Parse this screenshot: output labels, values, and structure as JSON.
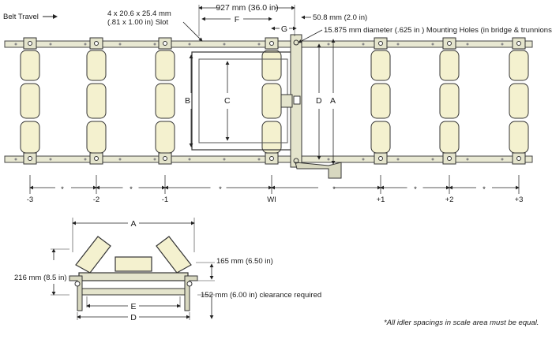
{
  "top": {
    "belt_travel": "Belt Travel",
    "slot_note_line1": "4 x 20.6 x 25.4 mm",
    "slot_note_line2": "(.81 x 1.00 in) Slot",
    "dim_927": "927 mm (36.0 in)",
    "dim_50": "50.8 mm (2.0 in)",
    "mounting_holes": "15.875 mm diameter (.625 in ) Mounting Holes (in bridge & trunnions)",
    "letter_F": "F",
    "letter_G": "G",
    "letter_B": "B",
    "letter_C": "C",
    "letter_D": "D",
    "letter_A": "A",
    "positions": [
      "-3",
      "-2",
      "-1",
      "WI",
      "+1",
      "+2",
      "+3"
    ],
    "asterisk": "*"
  },
  "bottom": {
    "letter_A": "A",
    "dim_216": "216 mm (8.5 in)",
    "dim_165": "165 mm (6.50 in)",
    "dim_152": "152 mm (6.00 in) clearance required",
    "letter_E": "E",
    "letter_D": "D"
  },
  "footnote": "*All idler spacings in scale area must be equal.",
  "colors": {
    "roller_fill": "#f4f1cf",
    "frame_fill": "#e4e4cc",
    "line": "#222222"
  }
}
